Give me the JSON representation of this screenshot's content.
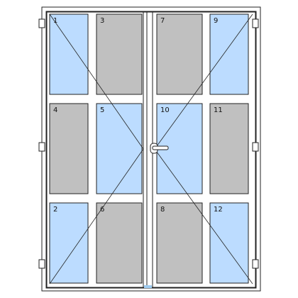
{
  "colors": {
    "background": "#ffffff",
    "frame_stroke": "#222222",
    "frame_fill": "#ffffff",
    "glass_clear": "#bcdcff",
    "glass_opaque": "#c0c0c0",
    "diagonal": "#222222",
    "handle_fill": "#ffffff",
    "threshold_accent": "#9ecbf0"
  },
  "icons": {
    "hinge": "hinge-icon",
    "handle": "door-handle-icon"
  },
  "door": {
    "leaves": [
      {
        "name": "left-leaf",
        "opening": "side-hung",
        "panes": [
          {
            "label": "1",
            "glass": "clear"
          },
          {
            "label": "3",
            "glass": "opaque"
          },
          {
            "label": "4",
            "glass": "opaque"
          },
          {
            "label": "5",
            "glass": "clear"
          },
          {
            "label": "2",
            "glass": "clear"
          },
          {
            "label": "6",
            "glass": "opaque"
          }
        ]
      },
      {
        "name": "right-leaf",
        "opening": "side-hung",
        "panes": [
          {
            "label": "7",
            "glass": "opaque"
          },
          {
            "label": "9",
            "glass": "clear"
          },
          {
            "label": "10",
            "glass": "clear"
          },
          {
            "label": "11",
            "glass": "opaque"
          },
          {
            "label": "8",
            "glass": "opaque"
          },
          {
            "label": "12",
            "glass": "clear"
          }
        ]
      }
    ]
  }
}
